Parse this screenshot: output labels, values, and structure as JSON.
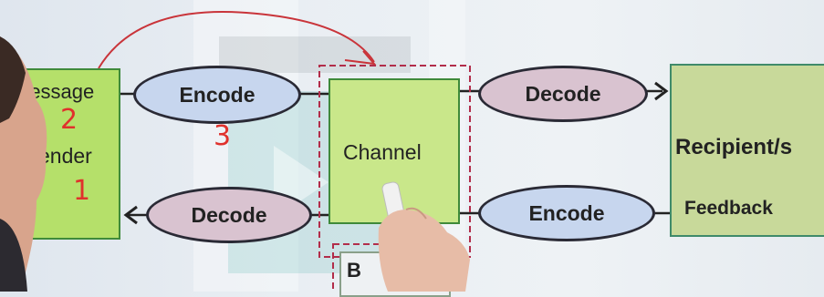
{
  "sender_box": {
    "label_top": "Message",
    "label_bottom": "ender"
  },
  "top_encode": "Encode",
  "top_decode": "Decode",
  "bottom_decode": "Decode",
  "bottom_encode": "Encode",
  "channel": "Channel",
  "recipient": "Recipient/s",
  "feedback": "Feedback",
  "partial_box_letter": "B",
  "annotations": [
    "2",
    "1",
    "3"
  ],
  "colors": {
    "green_box": "#b5e06a",
    "recipient_box": "#c8d99a",
    "encode_oval": "#c7d6ee",
    "decode_oval": "#d9c3d0",
    "annotation_red": "#e0312c",
    "dashed_border": "#b22d4a"
  }
}
